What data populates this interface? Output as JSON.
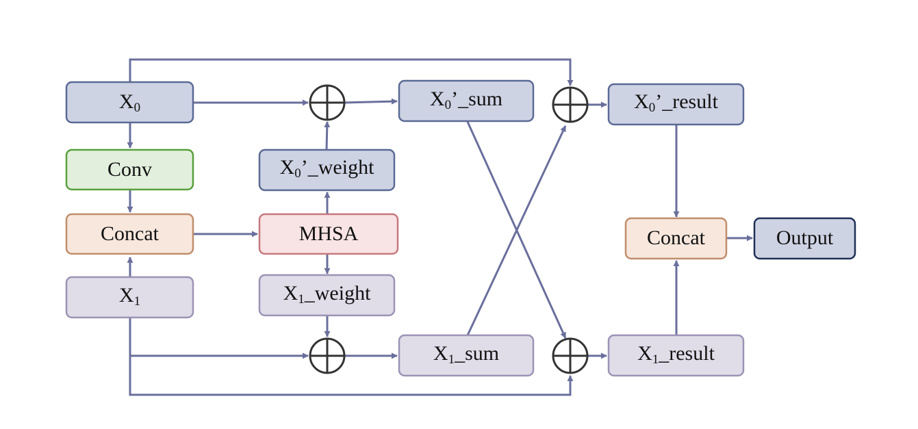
{
  "nodes": {
    "x0": {
      "base": "X",
      "sub": "0",
      "tail": "",
      "fill": "#ced3e4",
      "stroke": "#5b6a94"
    },
    "conv": {
      "base": "Conv",
      "sub": "",
      "tail": "",
      "fill": "#e2efdc",
      "stroke": "#58a03c"
    },
    "concat1": {
      "base": "Concat",
      "sub": "",
      "tail": "",
      "fill": "#f7e7dd",
      "stroke": "#c08e6c"
    },
    "x1": {
      "base": "X",
      "sub": "1",
      "tail": "",
      "fill": "#e0dce8",
      "stroke": "#9c93b5"
    },
    "x0_weight": {
      "base": "X",
      "sub": "0",
      "tail": "’_weight",
      "fill": "#ced3e4",
      "stroke": "#5b6a94"
    },
    "mhsa": {
      "base": "MHSA",
      "sub": "",
      "tail": "",
      "fill": "#f8e3e5",
      "stroke": "#c5787f"
    },
    "x1_weight": {
      "base": "X",
      "sub": "1",
      "tail": "_weight",
      "fill": "#e0dce8",
      "stroke": "#9c93b5"
    },
    "x0_sum": {
      "base": "X",
      "sub": "0",
      "tail": "’_sum",
      "fill": "#ced3e4",
      "stroke": "#5b6a94"
    },
    "x1_sum": {
      "base": "X",
      "sub": "1",
      "tail": "_sum",
      "fill": "#e0dce8",
      "stroke": "#9c93b5"
    },
    "x0_result": {
      "base": "X",
      "sub": "0",
      "tail": "’_result",
      "fill": "#ced3e4",
      "stroke": "#5b6a94"
    },
    "x1_result": {
      "base": "X",
      "sub": "1",
      "tail": "_result",
      "fill": "#e0dce8",
      "stroke": "#9c93b5"
    },
    "concat2": {
      "base": "Concat",
      "sub": "",
      "tail": "",
      "fill": "#f7e7dd",
      "stroke": "#c08e6c"
    },
    "output": {
      "base": "Output",
      "sub": "",
      "tail": "",
      "fill": "#ced3e4",
      "stroke": "#1f2f55"
    }
  },
  "colors": {
    "arrow": "#6a6f9c",
    "sum_node": "#333333"
  }
}
